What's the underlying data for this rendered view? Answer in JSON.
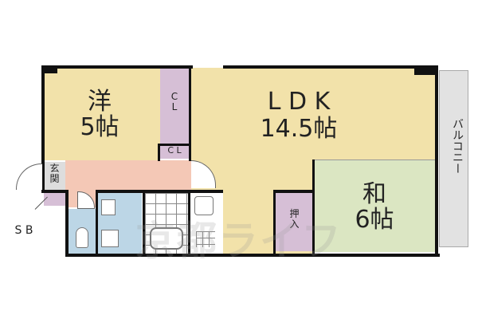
{
  "rooms": {
    "western": {
      "name": "洋",
      "size": "5帖"
    },
    "closet_1": {
      "label": "C\nL"
    },
    "closet_2": {
      "label": "C L"
    },
    "ldk": {
      "name": "L D K",
      "size": "14.5帖"
    },
    "japanese": {
      "name": "和",
      "size": "6帖"
    },
    "oshiire": {
      "label": "押\n入"
    },
    "entrance": {
      "label": "玄\n関"
    },
    "balcony": {
      "label": "バルコニー"
    },
    "shoe_box": {
      "label": "S B"
    }
  },
  "watermark": "京都ライフ",
  "colors": {
    "room_tan": "#f2e2aa",
    "closet_purple": "#d6bfd6",
    "hall_pink": "#f4c8b6",
    "wet_blue": "#bcd6e6",
    "tatami_green": "#dbe6c2",
    "balcony_gray": "#e2e2e2",
    "wall": "#111111"
  }
}
